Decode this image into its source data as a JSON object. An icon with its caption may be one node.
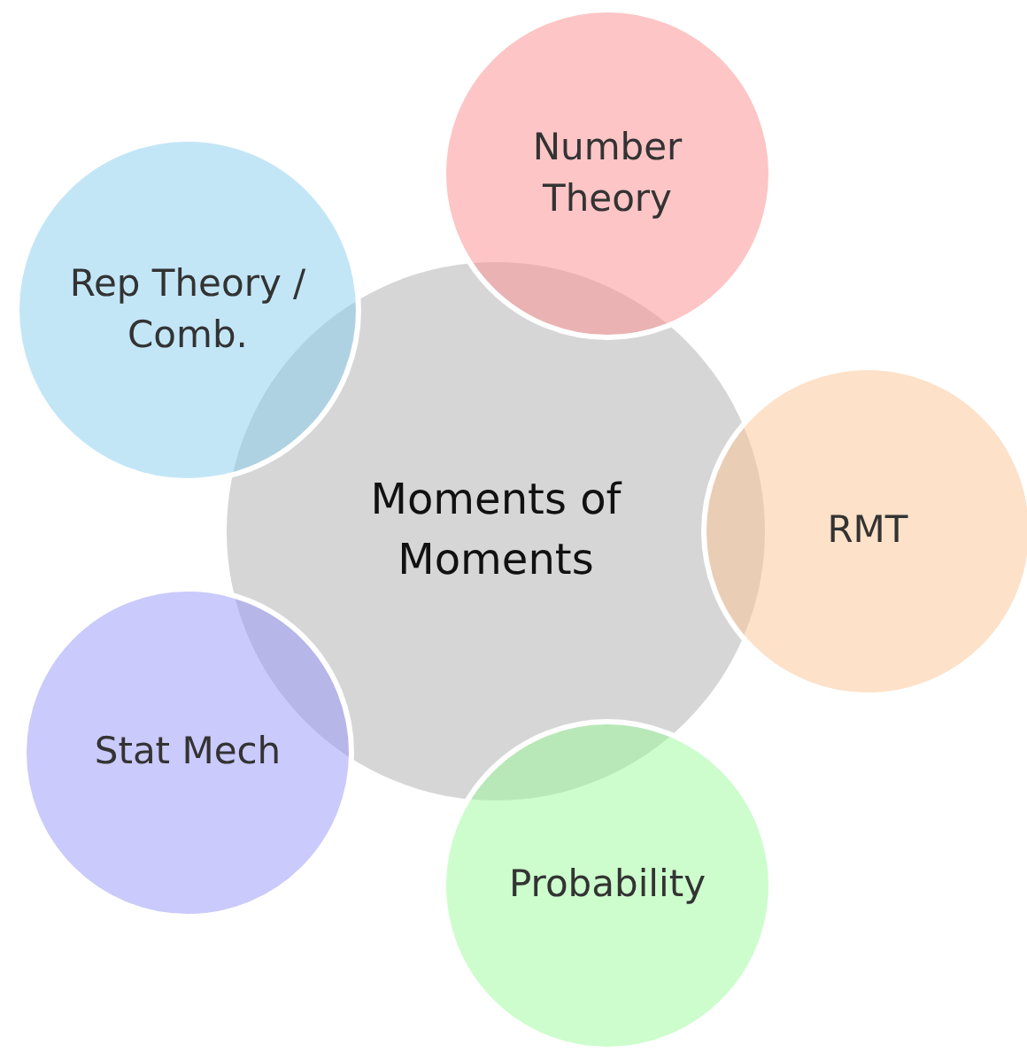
{
  "diagram": {
    "nodes": [
      {
        "text": [
          "Number Theory"
        ]
      },
      {
        "text": [
          "Rep Theory / Comb."
        ]
      },
      {
        "text": [
          "Moments of Moments"
        ]
      },
      {
        "text": [
          "RMT"
        ]
      },
      {
        "text": [
          "Stat Mech"
        ]
      },
      {
        "text": [
          "Probability"
        ]
      }
    ]
  }
}
